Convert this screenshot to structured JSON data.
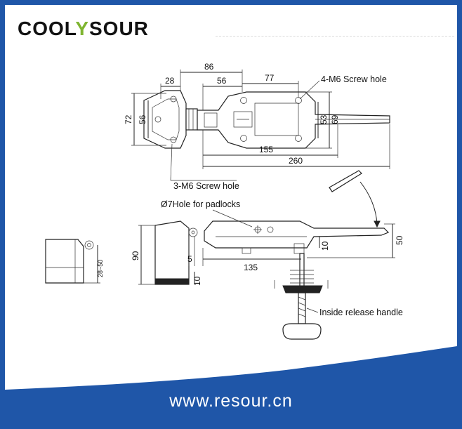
{
  "brand": {
    "logo_left": "COOL",
    "logo_mark": "Y",
    "logo_right": "SOUR",
    "leaf_color": "#7fb531",
    "frame_color": "#1f56a8"
  },
  "top_view": {
    "dims": {
      "d86": "86",
      "d28": "28",
      "d56a": "56",
      "d77": "77",
      "d72": "72",
      "d56b": "56",
      "d53": "53",
      "d69": "69",
      "d155": "155",
      "d260": "260"
    },
    "label_4m6": "4-M6 Screw hole",
    "label_3m6": "3-M6 Screw hole"
  },
  "side_view": {
    "padlock_label": "Ø7Hole for padlocks",
    "release_label": "Inside release handle",
    "dims": {
      "d90": "90",
      "d5": "5",
      "d10a": "10",
      "d135": "135",
      "d10b": "10",
      "d50": "50",
      "d28_50": "28~50"
    }
  },
  "footer": {
    "url": "www.resour.cn",
    "band_color": "#1f56a8"
  }
}
